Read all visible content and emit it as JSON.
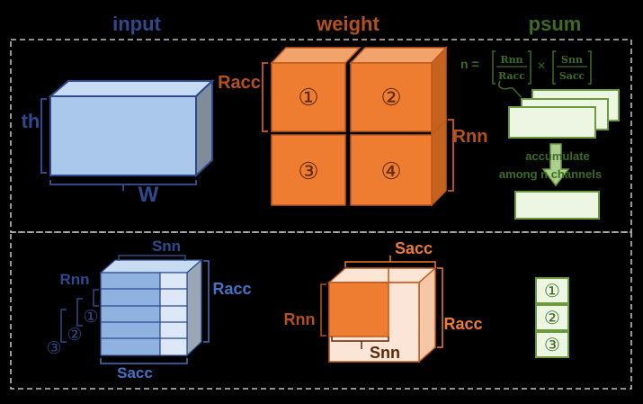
{
  "headers": {
    "input": "input",
    "weight": "weight",
    "psum": "psum"
  },
  "colors": {
    "input": "#2E4A8C",
    "weight": "#B5521B",
    "psum": "#3E6B22",
    "input_fill": "#A9C8EC",
    "weight_fill": "#EE7D31",
    "psum_fill": "#EDF5E3",
    "dashed": "#BFBFBF"
  },
  "top": {
    "input": {
      "height_label": "th",
      "width_label": "W"
    },
    "weight": {
      "rows_label": "Racc",
      "total_label": "Rnn",
      "blocks": [
        "①",
        "②",
        "③",
        "④"
      ]
    },
    "psum": {
      "formula": {
        "n_eq": "n =",
        "frac1_num": "Rnn",
        "frac1_den": "Racc",
        "times": "×",
        "frac2_num": "Snn",
        "frac2_den": "Sacc"
      },
      "accum_line1": "accumulate",
      "accum_line2": "among n channels"
    }
  },
  "bottom": {
    "input": {
      "top_label": "Snn",
      "left_label": "Rnn",
      "right_label": "Racc",
      "bottom_label": "Sacc",
      "markers": [
        "①",
        "②",
        "③"
      ]
    },
    "weight": {
      "top_label": "Sacc",
      "left_label": "Rnn",
      "right_label": "Racc",
      "inner_label": "Snn"
    },
    "psum": {
      "stack": [
        "①",
        "②",
        "③"
      ]
    }
  }
}
